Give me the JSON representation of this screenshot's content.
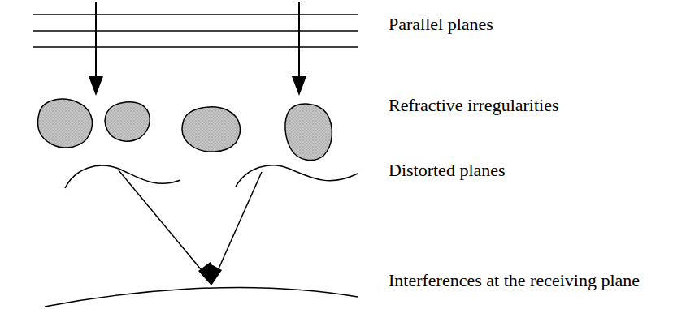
{
  "diagram": {
    "labels": [
      "Parallel planes",
      "Refractive irregularities",
      "Distorted planes",
      "Interferences at the receiving plane"
    ]
  }
}
